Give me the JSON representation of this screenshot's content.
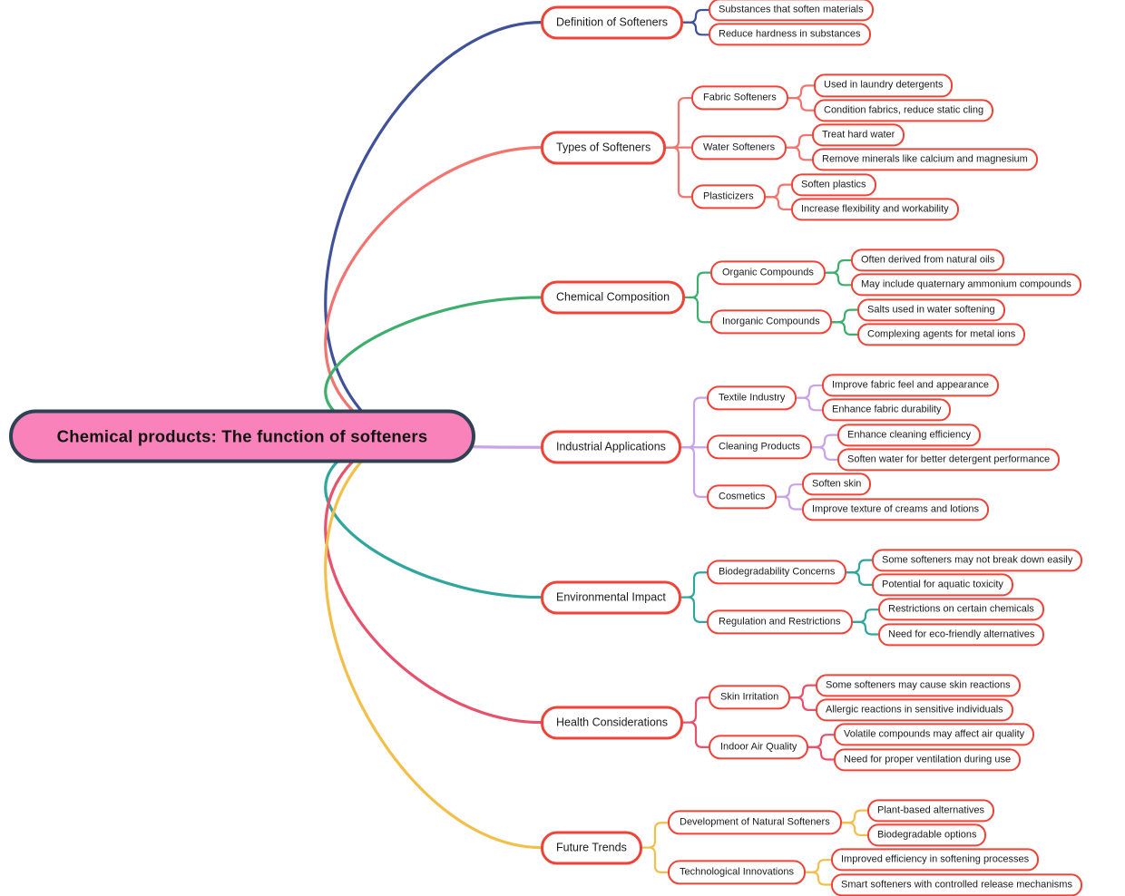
{
  "root": {
    "label": "Chemical products: The function of softeners"
  },
  "colors": {
    "background": "#FFFFFF",
    "node_border": "#F04237",
    "node_text": "#1B1B1B",
    "root_fill": "#FA82BA",
    "root_border": "#2F4154",
    "root_text": "#121212"
  },
  "branches": [
    {
      "label": "Definition of Softeners",
      "color": "#40519B",
      "children": [
        {
          "label": "Substances that soften materials"
        },
        {
          "label": "Reduce hardness in substances"
        }
      ]
    },
    {
      "label": "Types of Softeners",
      "color": "#F3736F",
      "children": [
        {
          "label": "Fabric Softeners",
          "children": [
            {
              "label": "Used in laundry detergents"
            },
            {
              "label": "Condition fabrics, reduce static cling"
            }
          ]
        },
        {
          "label": "Water Softeners",
          "children": [
            {
              "label": "Treat hard water"
            },
            {
              "label": "Remove minerals like calcium and magnesium"
            }
          ]
        },
        {
          "label": "Plasticizers",
          "children": [
            {
              "label": "Soften plastics"
            },
            {
              "label": "Increase flexibility and workability"
            }
          ]
        }
      ]
    },
    {
      "label": "Chemical Composition",
      "color": "#3DAE6C",
      "children": [
        {
          "label": "Organic Compounds",
          "children": [
            {
              "label": "Often derived from natural oils"
            },
            {
              "label": "May include quaternary ammonium compounds"
            }
          ]
        },
        {
          "label": "Inorganic Compounds",
          "children": [
            {
              "label": "Salts used in water softening"
            },
            {
              "label": "Complexing agents for metal ions"
            }
          ]
        }
      ]
    },
    {
      "label": "Industrial Applications",
      "color": "#C9A2E8",
      "children": [
        {
          "label": "Textile Industry",
          "children": [
            {
              "label": "Improve fabric feel and appearance"
            },
            {
              "label": "Enhance fabric durability"
            }
          ]
        },
        {
          "label": "Cleaning Products",
          "children": [
            {
              "label": "Enhance cleaning efficiency"
            },
            {
              "label": "Soften water for better detergent performance"
            }
          ]
        },
        {
          "label": "Cosmetics",
          "children": [
            {
              "label": "Soften skin"
            },
            {
              "label": "Improve texture of creams and lotions"
            }
          ]
        }
      ]
    },
    {
      "label": "Environmental Impact",
      "color": "#2EA69E",
      "children": [
        {
          "label": "Biodegradability Concerns",
          "children": [
            {
              "label": "Some softeners may not break down easily"
            },
            {
              "label": "Potential for aquatic toxicity"
            }
          ]
        },
        {
          "label": "Regulation and Restrictions",
          "children": [
            {
              "label": "Restrictions on certain chemicals"
            },
            {
              "label": "Need for eco-friendly alternatives"
            }
          ]
        }
      ]
    },
    {
      "label": "Health Considerations",
      "color": "#E8516B",
      "children": [
        {
          "label": "Skin Irritation",
          "children": [
            {
              "label": "Some softeners may cause skin reactions"
            },
            {
              "label": "Allergic reactions in sensitive individuals"
            }
          ]
        },
        {
          "label": "Indoor Air Quality",
          "children": [
            {
              "label": "Volatile compounds may affect air quality"
            },
            {
              "label": "Need for proper ventilation during use"
            }
          ]
        }
      ]
    },
    {
      "label": "Future Trends",
      "color": "#F2C04A",
      "children": [
        {
          "label": "Development of Natural Softeners",
          "children": [
            {
              "label": "Plant-based alternatives"
            },
            {
              "label": "Biodegradable options"
            }
          ]
        },
        {
          "label": "Technological Innovations",
          "children": [
            {
              "label": "Improved efficiency in softening processes"
            },
            {
              "label": "Smart softeners with controlled release mechanisms"
            }
          ]
        }
      ]
    }
  ]
}
